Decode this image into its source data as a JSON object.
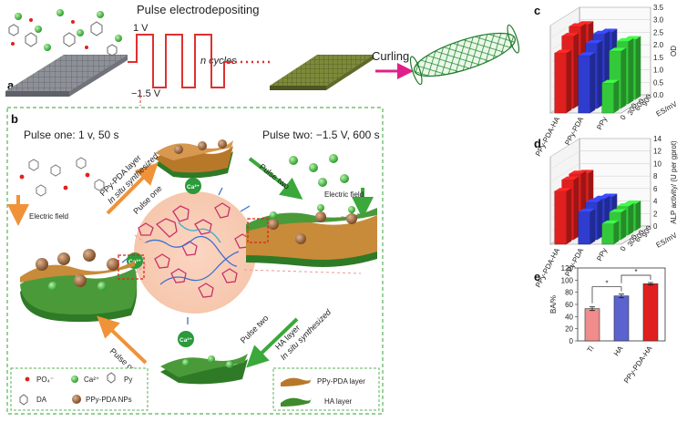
{
  "panel_a": {
    "letter": "a",
    "title": "Pulse electrodepositing",
    "v_high": "1 V",
    "v_low": "−1.5 V",
    "cycles": "n cycles",
    "curling": "Curling"
  },
  "panel_b": {
    "letter": "b",
    "pulse_one_title": "Pulse one: 1 v, 50 s",
    "pulse_two_title": "Pulse two: −1.5 V, 600 s",
    "electric_field_left": "Electric field",
    "electric_field_right": "Electric field",
    "ppy_pda_label": [
      "PPy-PDA layer",
      "In situ synthesized",
      "Pulse one"
    ],
    "pulse_two_top": "Pulse two",
    "ha_label": [
      "Pulse two",
      "HA layer",
      "In situ synthesized"
    ],
    "pulse_one_bottom": "Pulse one",
    "legend": {
      "po4": "PO₄⁻",
      "ca": "Ca²⁺",
      "py": "Py",
      "da": "DA",
      "nps": "PPy-PDA NPs",
      "ppy_layer": "PPy-PDA layer",
      "ha_layer": "HA layer"
    },
    "ca_badge": "Ca²⁺",
    "colors": {
      "ppy": "#b8782a",
      "ha": "#3e8a2e",
      "ca": "#3fbf3f",
      "orange_arrow": "#f0923a",
      "green_arrow": "#3aa83a"
    }
  },
  "chart_data": [
    {
      "panel": "c",
      "type": "bar",
      "bar_style": "3d",
      "ylabel": "OD",
      "zlabel": "ES/mV",
      "yticks": [
        "0.0",
        "0.5",
        "1.0",
        "1.5",
        "2.0",
        "2.5",
        "3.0",
        "3.5"
      ],
      "ylim": [
        0,
        3.5
      ],
      "categories": [
        "PPy-PDA-HA",
        "PPy-PDA",
        "PPy"
      ],
      "depth_ticks": [
        "0",
        "300",
        "600",
        "900"
      ],
      "series": [
        {
          "color": "#e0201e",
          "values": [
            2.4,
            2.9,
            3.1,
            3.0
          ]
        },
        {
          "color": "#2e3ccf",
          "values": [
            2.3,
            2.6,
            2.8,
            2.7
          ]
        },
        {
          "color": "#33c93a",
          "values": [
            1.2,
            2.3,
            2.5,
            2.4
          ]
        }
      ]
    },
    {
      "panel": "d",
      "type": "bar",
      "bar_style": "3d",
      "ylabel": "ALP activity/ (U per gprot)",
      "zlabel": "ES/mV",
      "yticks": [
        "0",
        "2",
        "4",
        "6",
        "8",
        "10",
        "12",
        "14"
      ],
      "ylim": [
        0,
        14
      ],
      "categories": [
        "PPy-PDA-HA",
        "PPy-PDA",
        "PPy"
      ],
      "depth_ticks": [
        "0",
        "300",
        "600",
        "900"
      ],
      "series": [
        {
          "color": "#e0201e",
          "values": [
            8.5,
            9.6,
            9.8,
            9.2
          ]
        },
        {
          "color": "#2e3ccf",
          "values": [
            5.2,
            6.0,
            5.8,
            5.4
          ]
        },
        {
          "color": "#33c93a",
          "values": [
            3.3,
            4.4,
            4.6,
            4.3
          ]
        }
      ]
    },
    {
      "panel": "e",
      "type": "bar",
      "ylabel": "BA/%",
      "ylim": [
        0,
        120
      ],
      "yticks": [
        "0",
        "20",
        "40",
        "60",
        "80",
        "100",
        "120"
      ],
      "categories": [
        "Ti",
        "HA",
        "PPy-PDA-HA"
      ],
      "values": [
        53,
        74,
        94
      ],
      "errors": [
        3,
        3,
        2
      ],
      "colors": [
        "#f08c8c",
        "#5b63cf",
        "#e0201e"
      ],
      "significance": [
        "*",
        "*"
      ]
    }
  ]
}
